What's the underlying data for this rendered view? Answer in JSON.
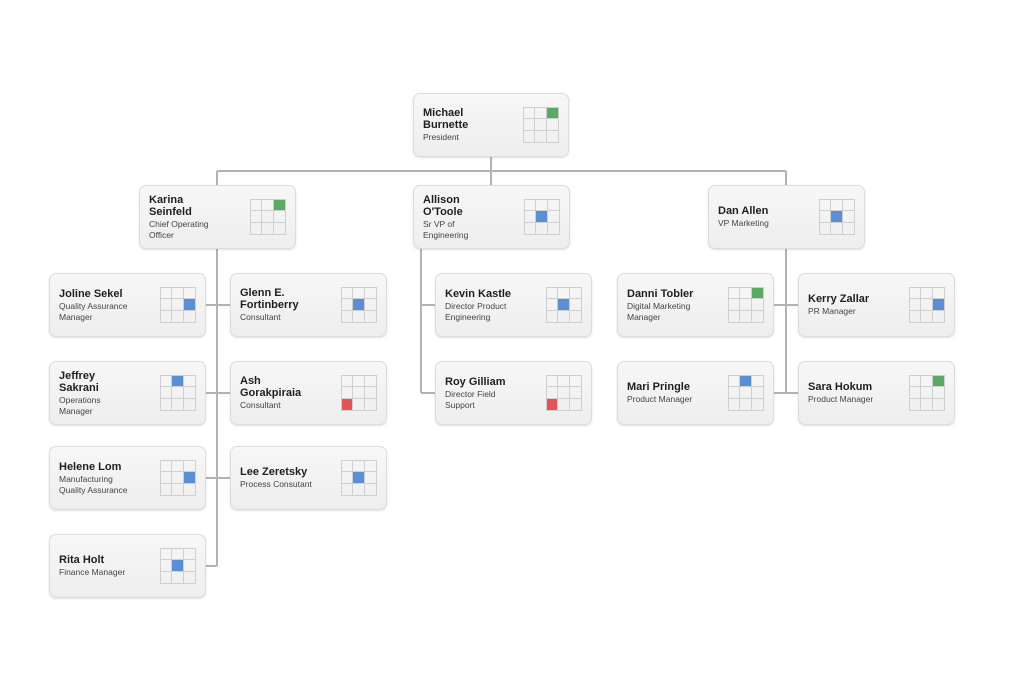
{
  "colors": {
    "green": "#5aaa64",
    "blue": "#5b8fd4",
    "red": "#e0545a",
    "line": "#b3b3b3"
  },
  "nodes": [
    {
      "id": "burnette",
      "name": "Michael Burnette",
      "title": "President",
      "marker_color": "green",
      "marker_cell": 2
    },
    {
      "id": "seinfeld",
      "name": "Karina Seinfeld",
      "title": "Chief Operating Officer",
      "marker_color": "green",
      "marker_cell": 2
    },
    {
      "id": "otoole",
      "name": "Allison O'Toole",
      "title": "Sr VP of Engineering",
      "marker_color": "blue",
      "marker_cell": 4
    },
    {
      "id": "allen",
      "name": "Dan Allen",
      "title": "VP Marketing",
      "marker_color": "blue",
      "marker_cell": 4
    },
    {
      "id": "sekel",
      "name": "Joline Sekel",
      "title": "Quality Assurance Manager",
      "marker_color": "blue",
      "marker_cell": 5
    },
    {
      "id": "fortinberry",
      "name": "Glenn E. Fortinberry",
      "title": "Consultant",
      "marker_color": "blue",
      "marker_cell": 4
    },
    {
      "id": "sakrani",
      "name": "Jeffrey Sakrani",
      "title": "Operations Manager",
      "marker_color": "blue",
      "marker_cell": 1
    },
    {
      "id": "gorakpiraia",
      "name": "Ash Gorakpiraia",
      "title": "Consultant",
      "marker_color": "red",
      "marker_cell": 6
    },
    {
      "id": "lom",
      "name": "Helene Lom",
      "title": "Manufacturing Quality Assurance",
      "marker_color": "blue",
      "marker_cell": 5
    },
    {
      "id": "zeretsky",
      "name": "Lee Zeretsky",
      "title": "Process Consutant",
      "marker_color": "blue",
      "marker_cell": 4
    },
    {
      "id": "holt",
      "name": "Rita Holt",
      "title": "Finance Manager",
      "marker_color": "blue",
      "marker_cell": 4
    },
    {
      "id": "kastle",
      "name": "Kevin Kastle",
      "title": "Director Product Engineering",
      "marker_color": "blue",
      "marker_cell": 4
    },
    {
      "id": "gilliam",
      "name": "Roy Gilliam",
      "title": "Director Field Support",
      "marker_color": "red",
      "marker_cell": 6
    },
    {
      "id": "tobler",
      "name": "Danni Tobler",
      "title": "Digital Marketing Manager",
      "marker_color": "green",
      "marker_cell": 2
    },
    {
      "id": "zallar",
      "name": "Kerry Zallar",
      "title": "PR Manager",
      "marker_color": "blue",
      "marker_cell": 5
    },
    {
      "id": "pringle",
      "name": "Mari Pringle",
      "title": "Product Manager",
      "marker_color": "blue",
      "marker_cell": 1
    },
    {
      "id": "hokum",
      "name": "Sara Hokum",
      "title": "Product Manager",
      "marker_color": "green",
      "marker_cell": 2
    }
  ]
}
